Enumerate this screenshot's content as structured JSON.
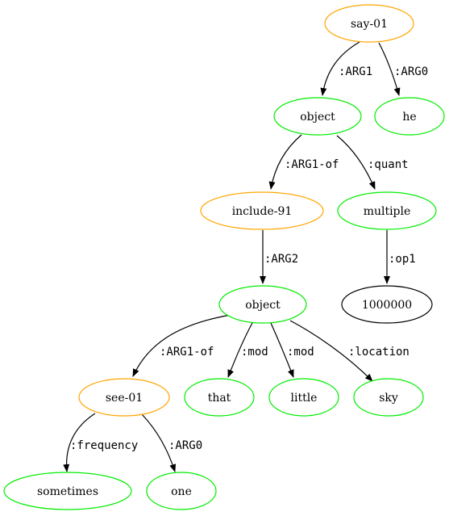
{
  "colors": {
    "concept": "#ffa500",
    "entity": "#00ee00",
    "constant": "#000000",
    "edge": "#000000"
  },
  "nodes": {
    "say": {
      "label": "say-01",
      "kind": "concept"
    },
    "he": {
      "label": "he",
      "kind": "entity"
    },
    "object1": {
      "label": "object",
      "kind": "entity"
    },
    "include": {
      "label": "include-91",
      "kind": "concept"
    },
    "multiple": {
      "label": "multiple",
      "kind": "entity"
    },
    "n1000000": {
      "label": "1000000",
      "kind": "constant"
    },
    "object2": {
      "label": "object",
      "kind": "entity"
    },
    "see": {
      "label": "see-01",
      "kind": "concept"
    },
    "that": {
      "label": "that",
      "kind": "entity"
    },
    "little": {
      "label": "little",
      "kind": "entity"
    },
    "sky": {
      "label": "sky",
      "kind": "entity"
    },
    "sometimes": {
      "label": "sometimes",
      "kind": "entity"
    },
    "one": {
      "label": "one",
      "kind": "entity"
    }
  },
  "edges": {
    "say_object1": {
      "label": ":ARG1"
    },
    "say_he": {
      "label": ":ARG0"
    },
    "object1_include": {
      "label": ":ARG1-of"
    },
    "object1_multiple": {
      "label": ":quant"
    },
    "include_object2": {
      "label": ":ARG2"
    },
    "multiple_number": {
      "label": ":op1"
    },
    "object2_see": {
      "label": ":ARG1-of"
    },
    "object2_that": {
      "label": ":mod"
    },
    "object2_little": {
      "label": ":mod"
    },
    "object2_sky": {
      "label": ":location"
    },
    "see_sometimes": {
      "label": ":frequency"
    },
    "see_one": {
      "label": ":ARG0"
    }
  }
}
